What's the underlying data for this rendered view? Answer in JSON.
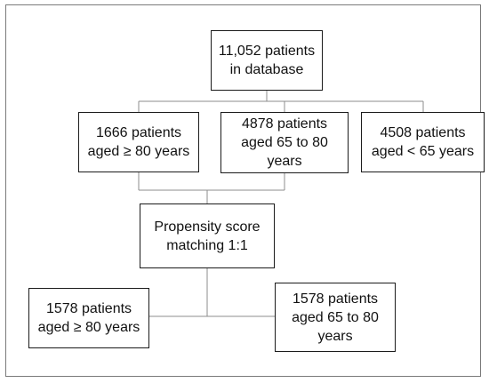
{
  "flowchart": {
    "nodes": {
      "database": "11,052 patients\nin database",
      "aged_80_plus": "1666 patients\naged ≥ 80 years",
      "aged_65_to_80": "4878 patients\naged 65 to 80\nyears",
      "aged_under_65": "4508 patients\naged < 65 years",
      "propensity": "Propensity score\nmatching 1:1",
      "matched_80_plus": "1578 patients\naged ≥ 80 years",
      "matched_65_to_80": "1578 patients\naged 65 to 80\nyears"
    },
    "edges": [
      {
        "from": "database",
        "to": "aged_80_plus"
      },
      {
        "from": "database",
        "to": "aged_65_to_80"
      },
      {
        "from": "database",
        "to": "aged_under_65"
      },
      {
        "from": "aged_80_plus",
        "to": "propensity"
      },
      {
        "from": "aged_65_to_80",
        "to": "propensity"
      },
      {
        "from": "propensity",
        "to": "matched_80_plus"
      },
      {
        "from": "propensity",
        "to": "matched_65_to_80"
      }
    ],
    "colors": {
      "box_border": "#1a1a1a",
      "connector": "#8c8c8c",
      "frame": "#7a7a7a",
      "background": "#ffffff"
    }
  }
}
